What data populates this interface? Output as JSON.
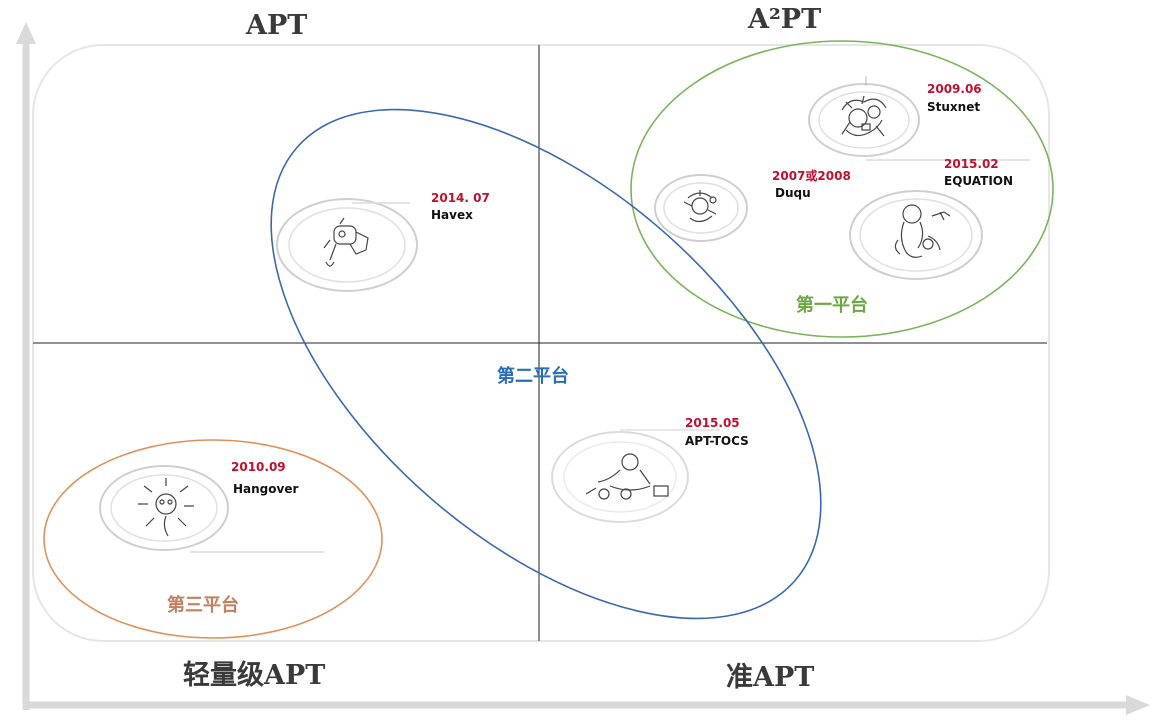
{
  "quadrants": {
    "top_left": "APT",
    "top_right": "A²PT",
    "bottom_left": "轻量级APT",
    "bottom_right": "准APT"
  },
  "platforms": [
    {
      "label": "第一平台",
      "color": "#6aa842"
    },
    {
      "label": "第二平台",
      "color": "#2a6ebb"
    },
    {
      "label": "第三平台",
      "color": "#c28060"
    }
  ],
  "actors": [
    {
      "date": "2009.06",
      "name": "Stuxnet"
    },
    {
      "date": "2007或2008",
      "name": "Duqu"
    },
    {
      "date": "2015.02",
      "name": "EQUATION"
    },
    {
      "date": "2014. 07",
      "name": "Havex"
    },
    {
      "date": "2015.05",
      "name": "APT-TOCS"
    },
    {
      "date": "2010.09",
      "name": "Hangover"
    }
  ],
  "colors": {
    "axis": "#dcdcdc",
    "divider": "#222222",
    "date_red": "#c0102e",
    "ellipse_green": "#7bb35a",
    "ellipse_blue": "#3a68b0",
    "ellipse_orange": "#e0915a"
  }
}
